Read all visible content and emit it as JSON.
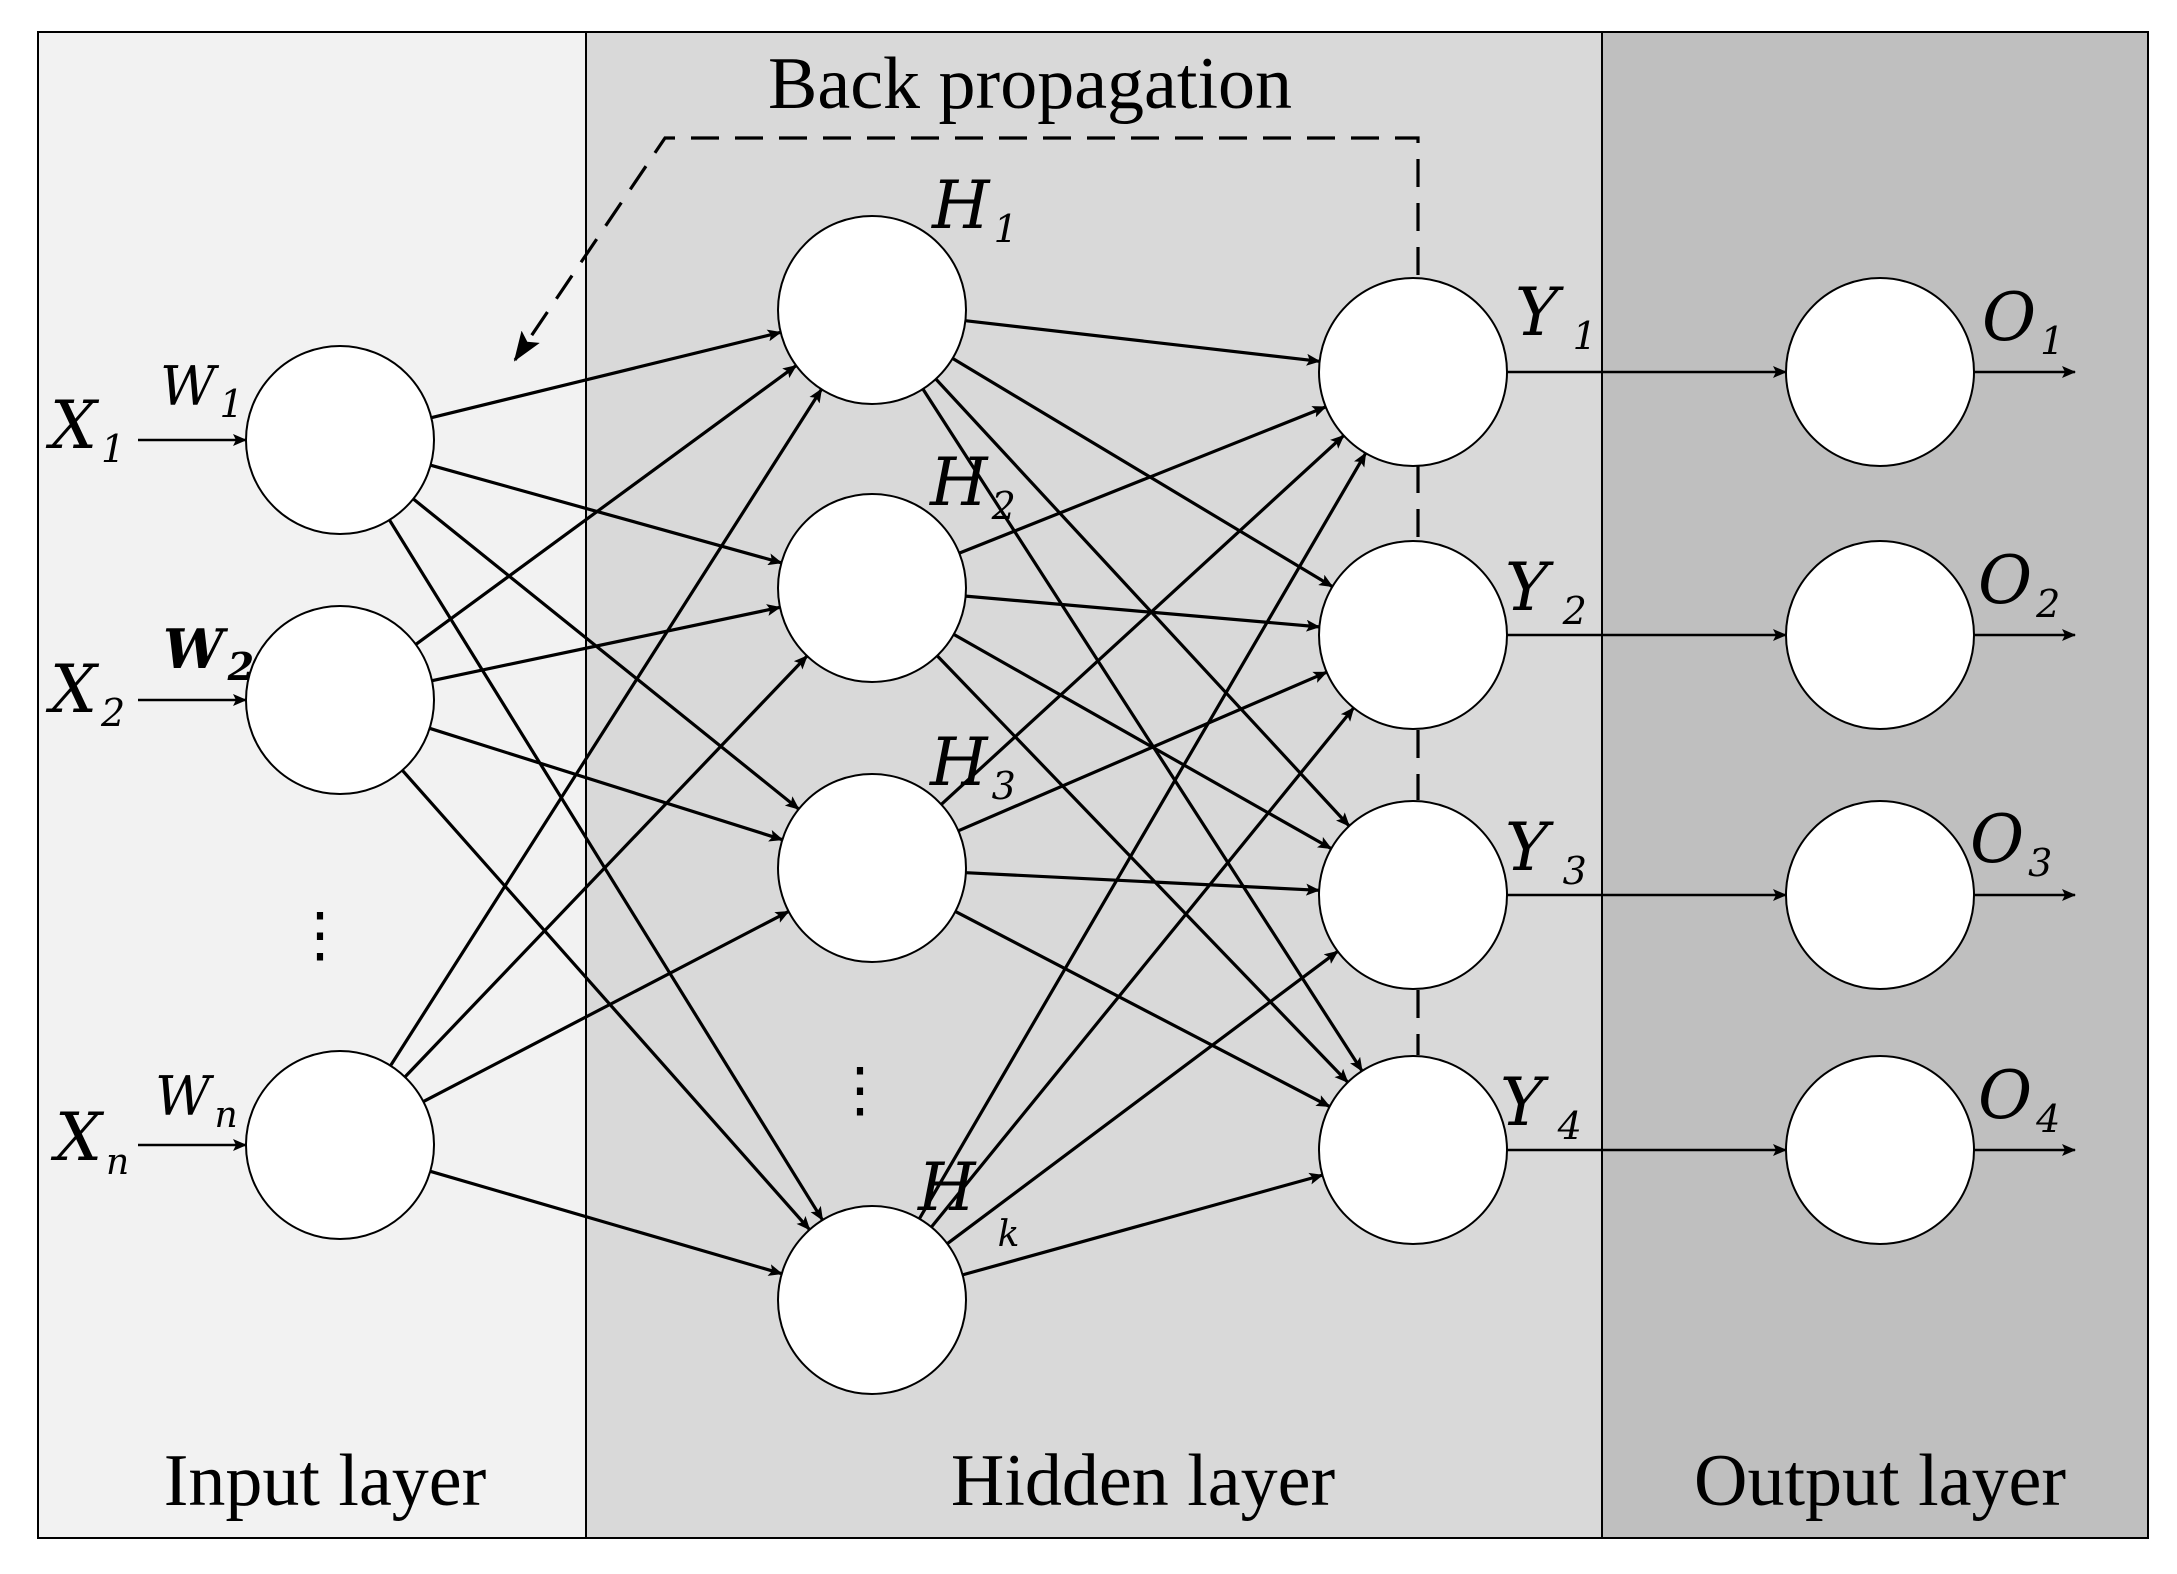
{
  "title": "Back propagation",
  "colors": {
    "input_bg": "#f2f2f2",
    "hidden_bg": "#d9d9d9",
    "output_bg": "#bfbfbf",
    "stroke": "#000000"
  },
  "layers": {
    "input": {
      "title": "Input layer",
      "inputs": [
        {
          "var": "X",
          "sub": "1",
          "weight_var": "W",
          "weight_sub": "1"
        },
        {
          "var": "X",
          "sub": "2",
          "weight_var": "W",
          "weight_sub": "2"
        },
        {
          "var": "X",
          "sub": "n",
          "weight_var": "W",
          "weight_sub": "n"
        }
      ],
      "ellipsis": "⋮"
    },
    "hidden": {
      "title": "Hidden layer",
      "nodes": [
        {
          "var": "H",
          "sub": "1"
        },
        {
          "var": "H",
          "sub": "2"
        },
        {
          "var": "H",
          "sub": "3"
        },
        {
          "var": "H",
          "sub": "k"
        }
      ],
      "ellipsis": "⋮",
      "outputs": [
        {
          "var": "Y",
          "sub": "1"
        },
        {
          "var": "Y",
          "sub": "2"
        },
        {
          "var": "Y",
          "sub": "3"
        },
        {
          "var": "Y",
          "sub": "4"
        }
      ]
    },
    "output": {
      "title": "Output layer",
      "nodes": [
        {
          "var": "O",
          "sub": "1"
        },
        {
          "var": "O",
          "sub": "2"
        },
        {
          "var": "O",
          "sub": "3"
        },
        {
          "var": "O",
          "sub": "4"
        }
      ]
    }
  }
}
